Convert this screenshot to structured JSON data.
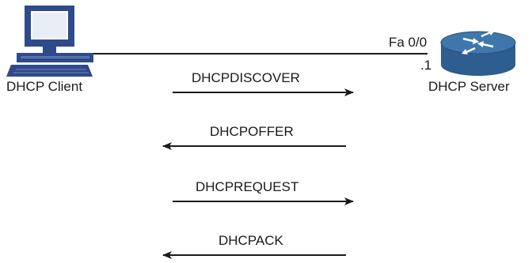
{
  "client": {
    "label": "DHCP Client",
    "icon": "desktop-computer-icon"
  },
  "server": {
    "label": "DHCP Server",
    "icon": "router-icon",
    "interface": "Fa 0/0",
    "host_address": ".1"
  },
  "messages": [
    {
      "label": "DHCPDISCOVER",
      "direction": "client-to-server"
    },
    {
      "label": "DHCPOFFER",
      "direction": "server-to-client"
    },
    {
      "label": "DHCPREQUEST",
      "direction": "client-to-server"
    },
    {
      "label": "DHCPACK",
      "direction": "server-to-client"
    }
  ],
  "colors": {
    "computer_body": "#2f4a8a",
    "computer_screen": "#ffffff",
    "router_body": "#2e5d8f",
    "router_top": "#3f77ad",
    "line": "#1a1a1a"
  }
}
